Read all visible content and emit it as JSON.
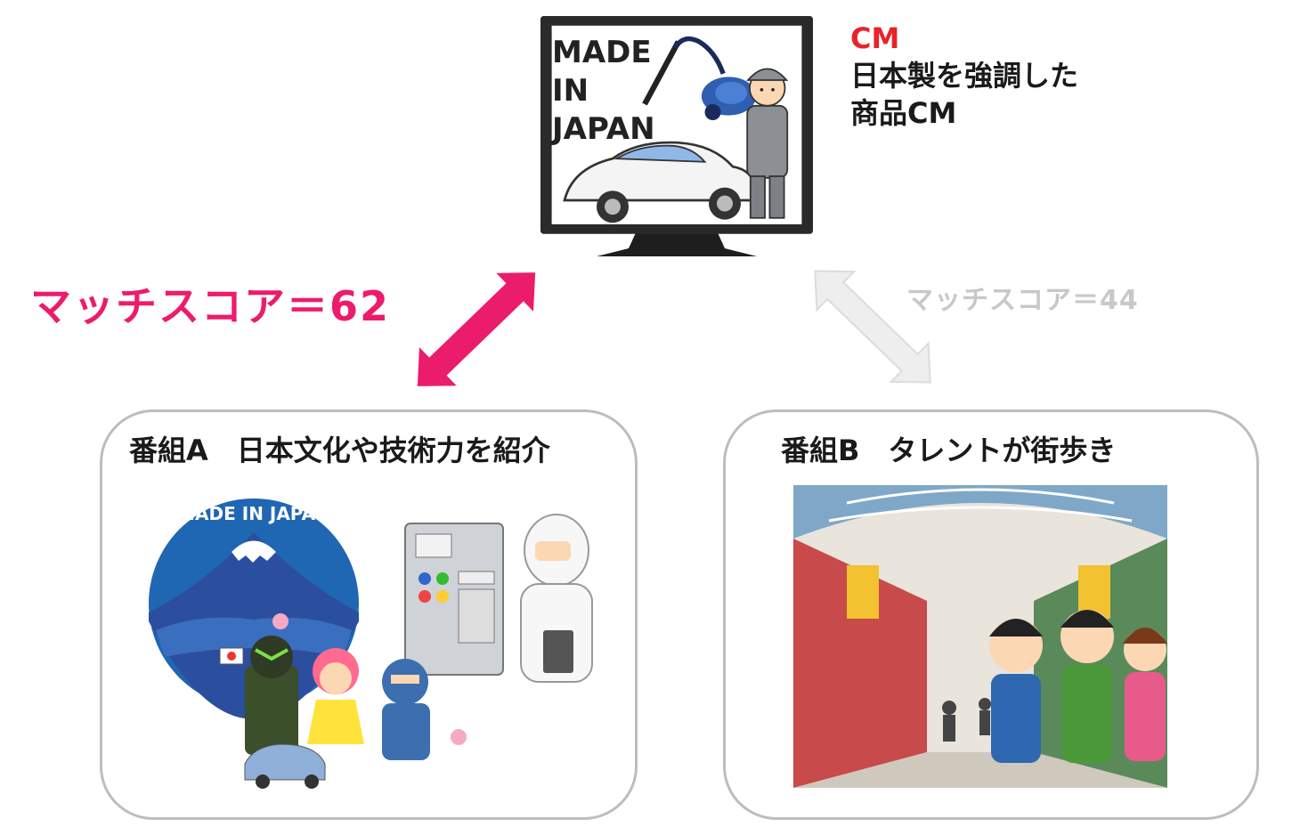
{
  "tv": {
    "screen_text": "MADE\nIN\nJAPAN"
  },
  "cm": {
    "label": "CM",
    "line1": "日本製を強調した",
    "line2": "商品CM"
  },
  "scores": {
    "program_a": "マッチスコア＝62",
    "program_b": "マッチスコア＝44"
  },
  "program_a": {
    "title": "番組A　日本文化や技術力を紹介",
    "badge": "MADE IN JAPAN"
  },
  "program_b": {
    "title": "番組B　タレントが街歩き"
  },
  "colors": {
    "strong_match": "#ec1c6d",
    "weak_match": "#e6e6e6",
    "cm_label": "#e8232a",
    "panel_border": "#bdbdbd"
  }
}
